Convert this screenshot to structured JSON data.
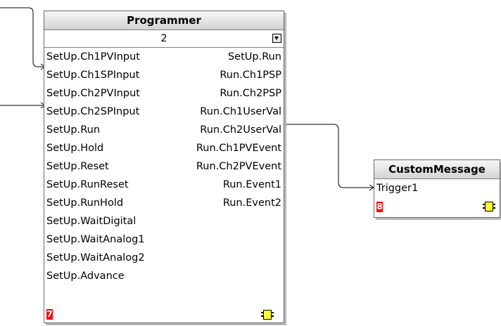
{
  "programmer": {
    "title": "Programmer",
    "selected_value": "2",
    "inputs": [
      "SetUp.Ch1PVInput",
      "SetUp.Ch1SPInput",
      "SetUp.Ch2PVInput",
      "SetUp.Ch2SPInput",
      "SetUp.Run",
      "SetUp.Hold",
      "SetUp.Reset",
      "SetUp.RunReset",
      "SetUp.RunHold",
      "SetUp.WaitDigital",
      "SetUp.WaitAnalog1",
      "SetUp.WaitAnalog2",
      "SetUp.Advance"
    ],
    "outputs": [
      "SetUp.Run",
      "Run.Ch1PSP",
      "Run.Ch2PSP",
      "Run.Ch1UserVal",
      "Run.Ch2UserVal",
      "Run.Ch1PVEvent",
      "Run.Ch2PVEvent",
      "Run.Event1",
      "Run.Event2"
    ],
    "instance_number": "7"
  },
  "custom_message": {
    "title": "CustomMessage",
    "inputs": [
      "Trigger1"
    ],
    "instance_number": "8"
  },
  "colors": {
    "badge": "#ff0000",
    "module_icon": "#ffff33",
    "title_bar": "#d3d3d3",
    "wire": "#000000"
  },
  "icons": {
    "dropdown": "chevron-down-icon",
    "module": "function-block-icon"
  }
}
